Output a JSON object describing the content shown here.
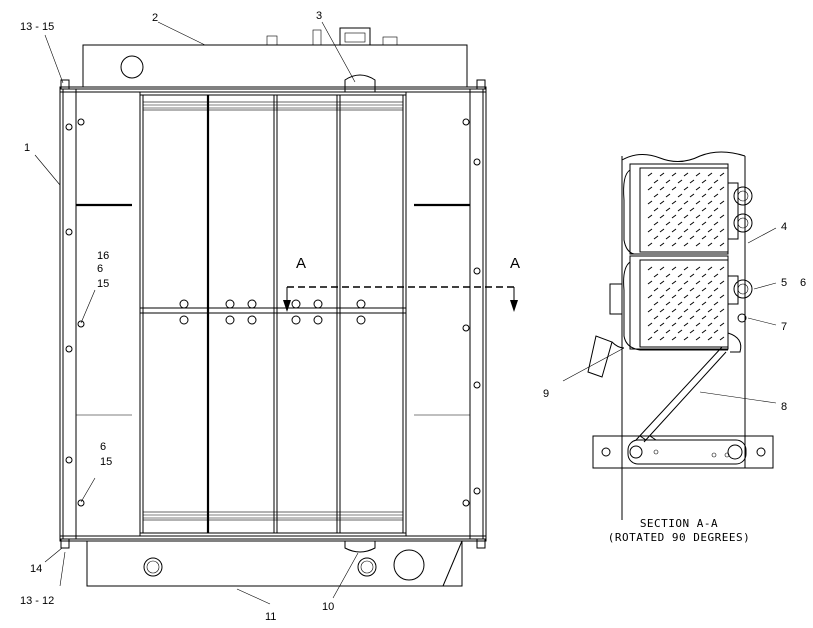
{
  "callouts": {
    "c13_15": "13 - 15",
    "c2": "2",
    "c3": "3",
    "c1": "1",
    "c16": "16",
    "c6a": "6",
    "c15a": "15",
    "c6b": "6",
    "c15b": "15",
    "c14": "14",
    "c13_12": "13 - 12",
    "c11": "11",
    "c10": "10",
    "c4": "4",
    "c5": "5",
    "c6c": "6",
    "c7": "7",
    "c8": "8",
    "c9": "9"
  },
  "section_marks": {
    "left": "A",
    "right": "A"
  },
  "caption": {
    "line1": "SECTION A-A",
    "line2": "(ROTATED 90 DEGREES)"
  }
}
